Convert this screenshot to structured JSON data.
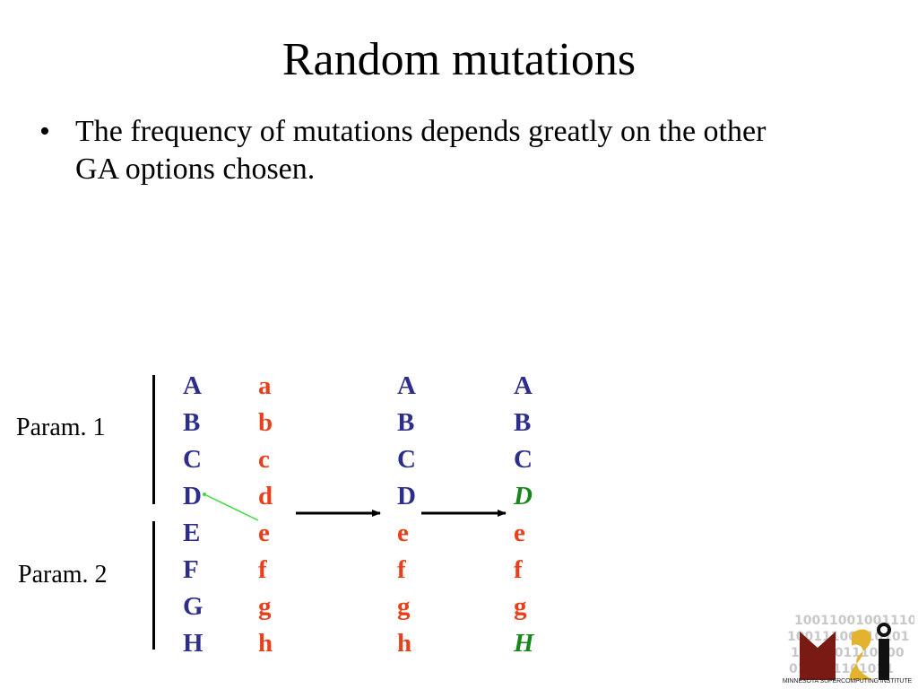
{
  "slide": {
    "title": "Random mutations",
    "bullet_symbol": "•",
    "bullet_text": "The frequency of mutations depends greatly on the other GA options chosen."
  },
  "diagram": {
    "param1_label": "Param. 1",
    "param2_label": "Param. 2",
    "columns": [
      [
        "A",
        "B",
        "C",
        "D",
        "E",
        "F",
        "G",
        "H"
      ],
      [
        "a",
        "b",
        "c",
        "d",
        "e",
        "f",
        "g",
        "h"
      ],
      [
        "A",
        "B",
        "C",
        "D",
        "e",
        "f",
        "g",
        "h"
      ],
      [
        "A",
        "B",
        "C",
        "D",
        "e",
        "f",
        "g",
        "H"
      ]
    ],
    "colors": {
      "upper": "#2d2d8c",
      "lower": "#e8401a",
      "mutated": "#17871c",
      "crossover_line": "#33dd33"
    }
  },
  "logo": {
    "caption": "MINNESOTA SUPERCOMPUTING INSTITUTE",
    "binary_rows": [
      "10011001001110",
      "10011100110101",
      "1101101110100",
      "011101101011"
    ]
  }
}
